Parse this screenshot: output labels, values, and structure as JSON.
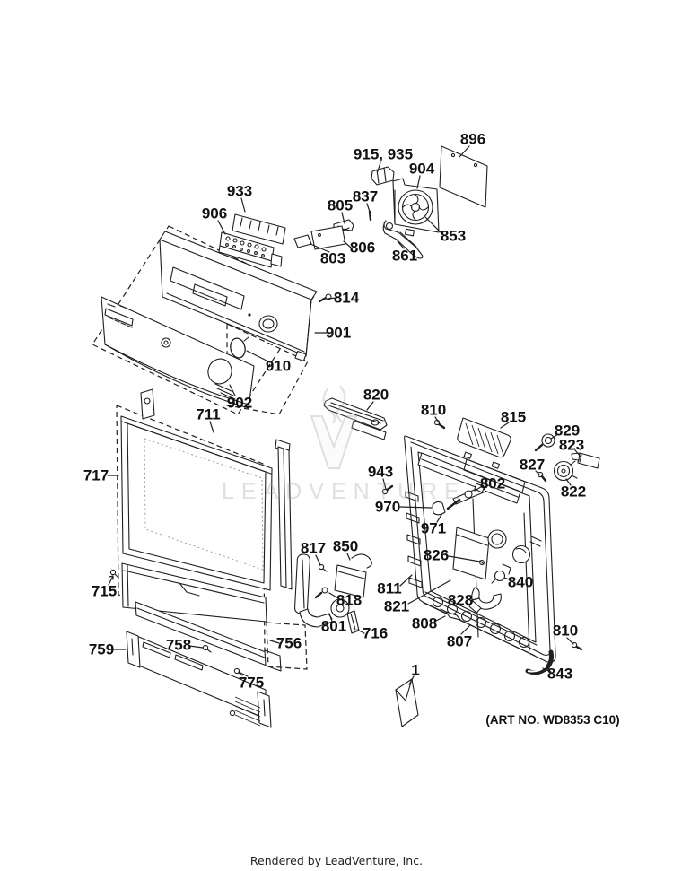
{
  "diagram": {
    "title_hidden": "",
    "watermark": {
      "text": "LEADVENTURE"
    },
    "art_no": "(ART NO. WD8353 C10)",
    "footer": "Rendered by LeadVenture, Inc.",
    "parts": [
      {
        "ref": "915, 935"
      },
      {
        "ref": "896"
      },
      {
        "ref": "904"
      },
      {
        "ref": "837"
      },
      {
        "ref": "805"
      },
      {
        "ref": "933"
      },
      {
        "ref": "906"
      },
      {
        "ref": "853"
      },
      {
        "ref": "806"
      },
      {
        "ref": "861"
      },
      {
        "ref": "803"
      },
      {
        "ref": "814"
      },
      {
        "ref": "901"
      },
      {
        "ref": "910"
      },
      {
        "ref": "902"
      },
      {
        "ref": "711"
      },
      {
        "ref": "717"
      },
      {
        "ref": "820"
      },
      {
        "ref": "810"
      },
      {
        "ref": "815"
      },
      {
        "ref": "829"
      },
      {
        "ref": "823"
      },
      {
        "ref": "827"
      },
      {
        "ref": "822"
      },
      {
        "ref": "943"
      },
      {
        "ref": "802"
      },
      {
        "ref": "970"
      },
      {
        "ref": "971"
      },
      {
        "ref": "817"
      },
      {
        "ref": "850"
      },
      {
        "ref": "826"
      },
      {
        "ref": "840"
      },
      {
        "ref": "811"
      },
      {
        "ref": "818"
      },
      {
        "ref": "715"
      },
      {
        "ref": "821"
      },
      {
        "ref": "828"
      },
      {
        "ref": "801"
      },
      {
        "ref": "716"
      },
      {
        "ref": "808"
      },
      {
        "ref": "807"
      },
      {
        "ref": "759"
      },
      {
        "ref": "758"
      },
      {
        "ref": "756"
      },
      {
        "ref": "810"
      },
      {
        "ref": "775"
      },
      {
        "ref": "1"
      },
      {
        "ref": "843"
      }
    ]
  }
}
